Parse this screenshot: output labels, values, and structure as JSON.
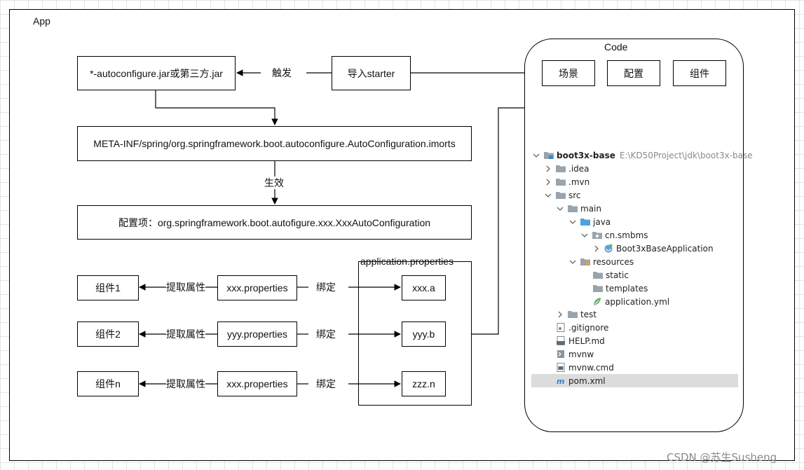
{
  "app_label": "App",
  "code_label": "Code",
  "top_flow": {
    "autoconfigure_jar": "*-autoconfigure.jar或第三方.jar",
    "trigger": "触发",
    "import_starter": "导入starter",
    "meta_inf": "META-INF/spring/org.springframework.boot.autoconfigure.AutoConfiguration.imorts",
    "takes_effect": "生效",
    "config_item": "配置项：org.springframework.boot.autofigure.xxx.XxxAutoConfiguration"
  },
  "code_boxes": [
    "场景",
    "配置",
    "组件"
  ],
  "app_properties_title": "application.properties",
  "rows": [
    {
      "component": "组件1",
      "extract": "提取属性",
      "props": "xxx.properties",
      "bind": "绑定",
      "key": "xxx.a"
    },
    {
      "component": "组件2",
      "extract": "提取属性",
      "props": "yyy.properties",
      "bind": "绑定",
      "key": "yyy.b"
    },
    {
      "component": "组件n",
      "extract": "提取属性",
      "props": "xxx.properties",
      "bind": "绑定",
      "key": "zzz.n"
    }
  ],
  "tree": {
    "root_name": "boot3x-base",
    "root_path": "E:\\KD50Project\\jdk\\boot3x-base",
    "items": [
      ".idea",
      ".mvn",
      "src",
      "main",
      "java",
      "cn.smbms",
      "Boot3xBaseApplication",
      "resources",
      "static",
      "templates",
      "application.yml",
      "test",
      ".gitignore",
      "HELP.md",
      "mvnw",
      "mvnw.cmd",
      "pom.xml"
    ]
  },
  "watermark": "CSDN @苏生Susheng"
}
